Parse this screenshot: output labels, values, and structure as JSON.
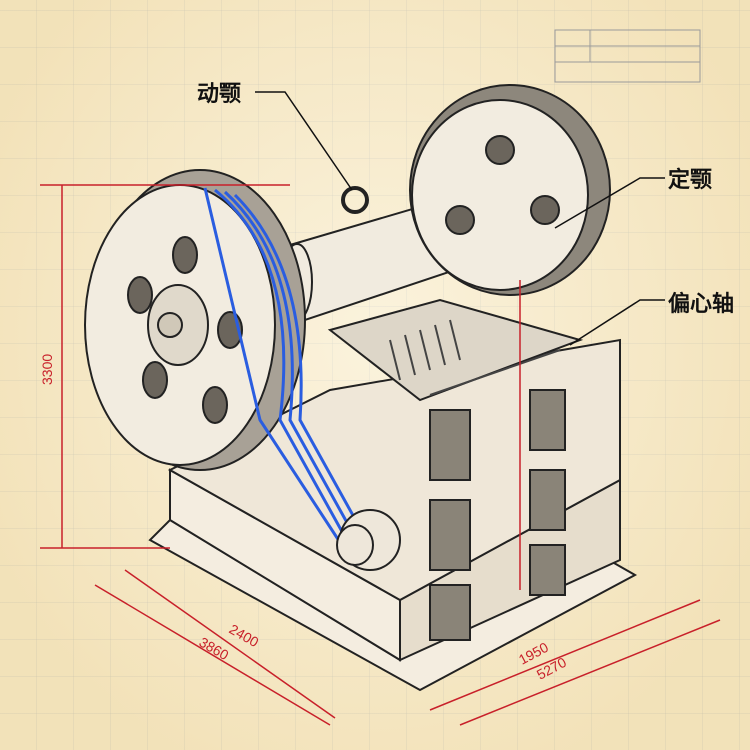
{
  "labels": {
    "moving_jaw": "动颚",
    "fixed_jaw": "定颚",
    "eccentric_shaft": "偏心轴"
  },
  "dimensions": {
    "height": "3300",
    "length_inner": "2400",
    "length_outer": "3860",
    "width_inner": "1950",
    "width_outer": "5270"
  },
  "colors": {
    "dimension": "#c8202a",
    "belt": "#2a5de0",
    "ink": "#222222"
  }
}
